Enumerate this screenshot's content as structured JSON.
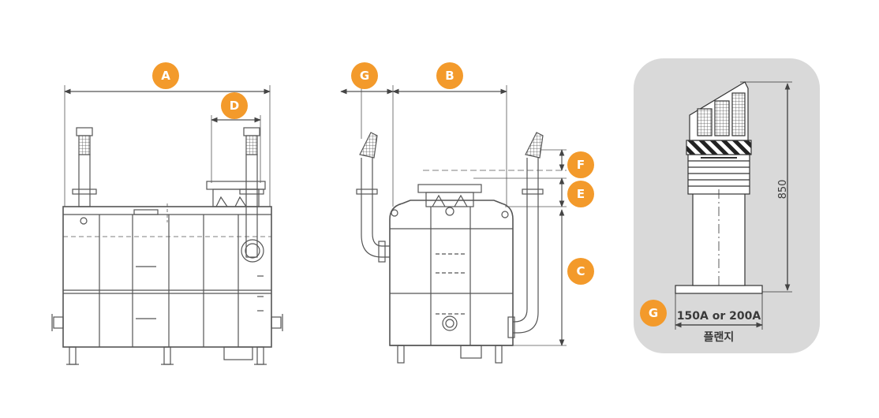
{
  "badges": {
    "a": "A",
    "b": "B",
    "c": "C",
    "d": "D",
    "e": "E",
    "f": "F",
    "g_side": "G",
    "g_detail": "G"
  },
  "detail": {
    "height_label": "850",
    "flange_size": "150A or 200A",
    "flange_word": "플랜지"
  },
  "colors": {
    "badge": "#f39a2b",
    "line": "#444444",
    "panel": "#d9d9d9",
    "hatch": "#222222"
  },
  "icons": {
    "vent_cap": "vent-cap-icon"
  }
}
